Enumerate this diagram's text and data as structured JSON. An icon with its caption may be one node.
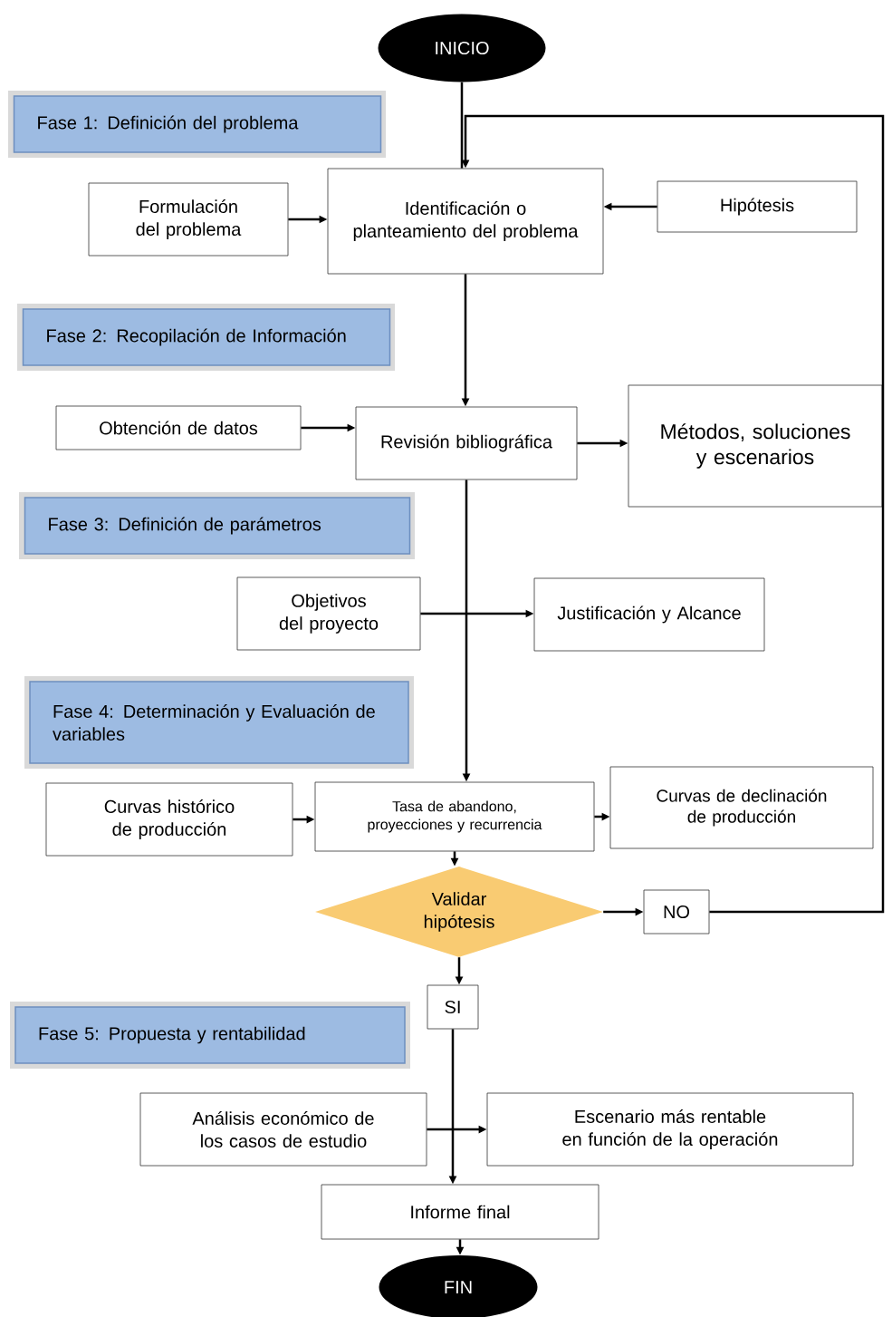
{
  "diagram": {
    "nodes": [
      {
        "text": [
          "INICIO"
        ]
      },
      {
        "text": [
          "Fase 1: Definición del problema"
        ]
      },
      {
        "text": [
          "Formulación del problema"
        ]
      },
      {
        "text": [
          "Identificación o planteamiento del problema"
        ]
      },
      {
        "text": [
          "Hipótesis"
        ]
      },
      {
        "text": [
          "Fase 2: Recopilación de Información"
        ]
      },
      {
        "text": [
          "Obtención de datos"
        ]
      },
      {
        "text": [
          "Revisión bibliográfica"
        ]
      },
      {
        "text": [
          "Métodos, soluciones y escenarios"
        ]
      },
      {
        "text": [
          "Fase 3: Definición de parámetros"
        ]
      },
      {
        "text": [
          "Objetivos del proyecto"
        ]
      },
      {
        "text": [
          "Justificación y Alcance"
        ]
      },
      {
        "text": [
          "Fase 4: Determinación y Evaluación de variables"
        ]
      },
      {
        "text": [
          "Curvas histórico de producción"
        ]
      },
      {
        "text": [
          "Tasa de abandono, proyecciones y recurrencia"
        ]
      },
      {
        "text": [
          "Curvas de declinación de producción"
        ]
      },
      {
        "text": [
          "Validar hipótesis"
        ]
      },
      {
        "text": [
          "NO"
        ]
      },
      {
        "text": [
          "SI"
        ]
      },
      {
        "text": [
          "Fase 5: Propuesta y rentabilidad"
        ]
      },
      {
        "text": [
          "Análisis económico de los casos de estudio"
        ]
      },
      {
        "text": [
          "Escenario más rentable en función de la operación"
        ]
      },
      {
        "text": [
          "Informe final"
        ]
      },
      {
        "text": [
          "FIN"
        ]
      }
    ],
    "edges": [
      {
        "from": 0,
        "to": 3,
        "arrow": "none"
      },
      {
        "from": 2,
        "to": 3,
        "arrow": "to"
      },
      {
        "from": 4,
        "to": 3,
        "arrow": "to"
      },
      {
        "from": 3,
        "to": 7,
        "arrow": "to"
      },
      {
        "from": 6,
        "to": 7,
        "arrow": "to"
      },
      {
        "from": 7,
        "to": 8,
        "arrow": "to"
      },
      {
        "from": 7,
        "to": 14,
        "arrow": "to"
      },
      {
        "from": 10,
        "to": 11,
        "arrow": "to"
      },
      {
        "from": 13,
        "to": 14,
        "arrow": "to"
      },
      {
        "from": 14,
        "to": 15,
        "arrow": "to"
      },
      {
        "from": 14,
        "to": 16,
        "arrow": "to"
      },
      {
        "from": 16,
        "to": 17,
        "arrow": "to"
      },
      {
        "from": 17,
        "to": 3,
        "arrow": "to"
      },
      {
        "from": 16,
        "to": 18,
        "arrow": "to"
      },
      {
        "from": 18,
        "to": 22,
        "arrow": "to"
      },
      {
        "from": 20,
        "to": 21,
        "arrow": "to"
      },
      {
        "from": 22,
        "to": 23,
        "arrow": "to"
      }
    ]
  }
}
